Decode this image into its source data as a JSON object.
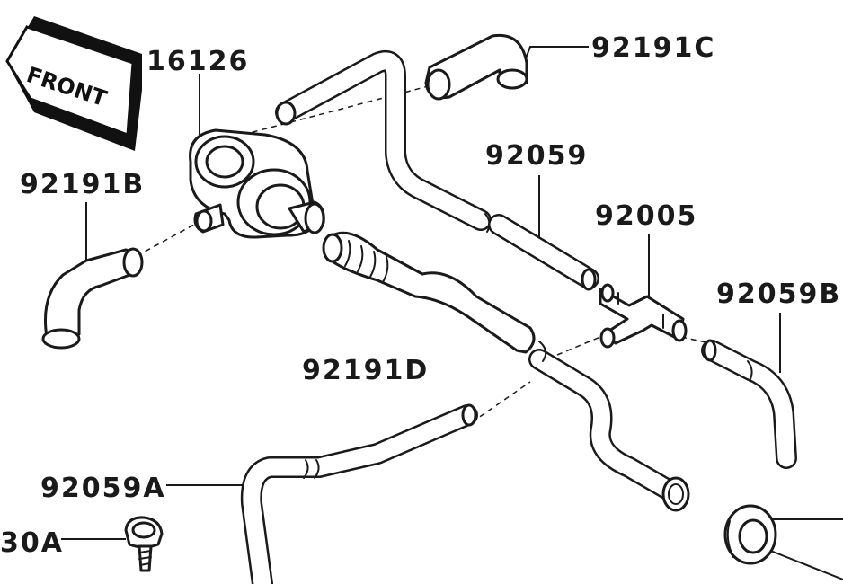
{
  "front_arrow": {
    "text": "FRONT"
  },
  "labels": {
    "p16126": "16126",
    "p92191C": "92191C",
    "p92191B": "92191B",
    "p92059": "92059",
    "p92005": "92005",
    "p92059B": "92059B",
    "p92191D": "92191D",
    "p92059A": "92059A",
    "p30A": "30A"
  }
}
